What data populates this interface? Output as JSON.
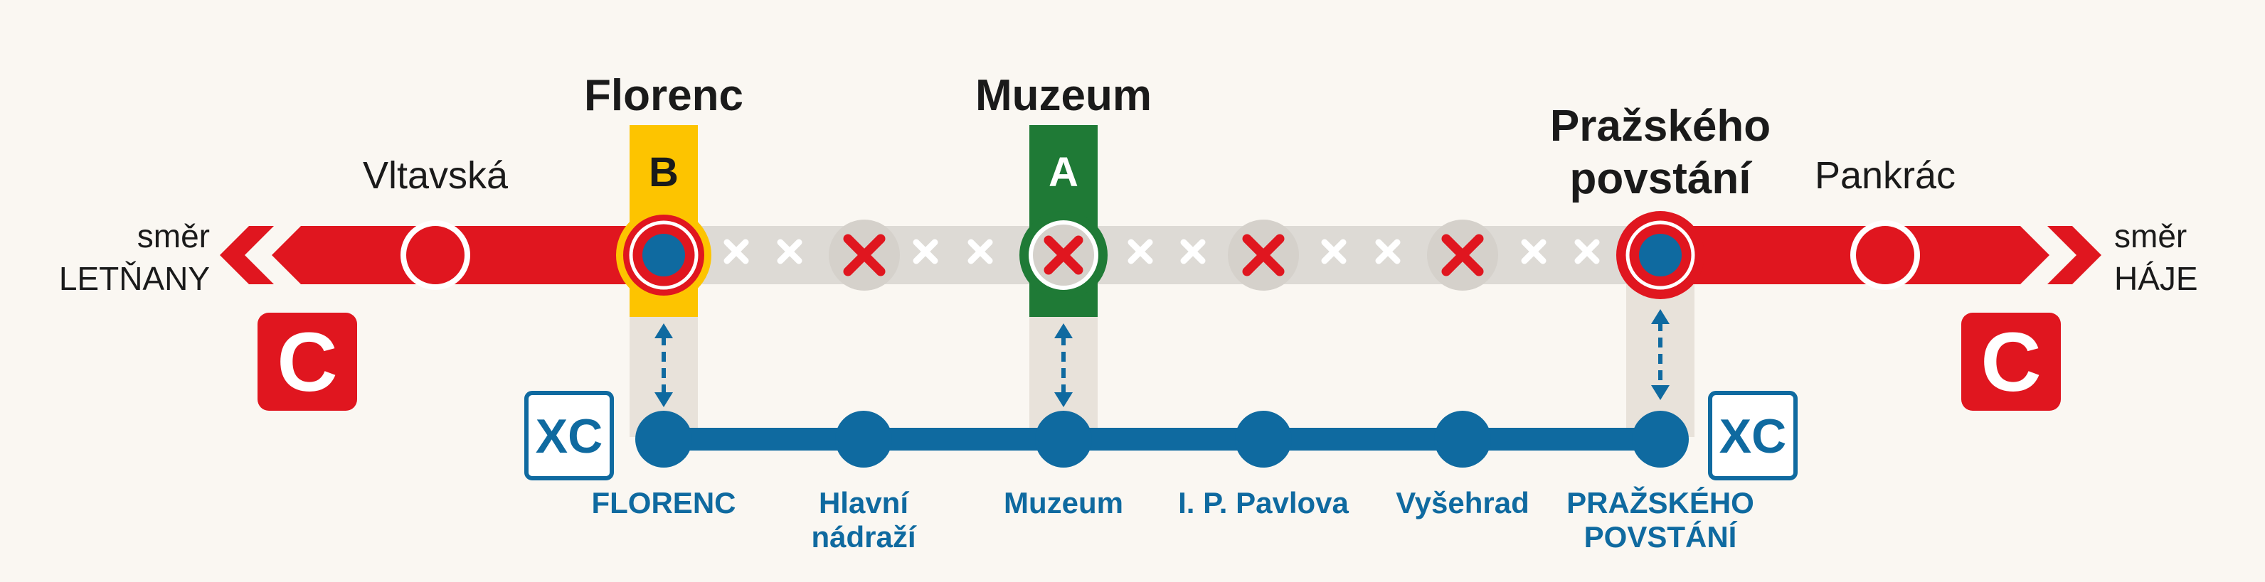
{
  "line_c": {
    "badge": "C",
    "direction_left": {
      "prefix": "směr",
      "terminus": "LETŇANY"
    },
    "direction_right": {
      "prefix": "směr",
      "terminus": "HÁJE"
    },
    "open_stations": [
      "Vltavská",
      "Pankrác"
    ],
    "transfer_stations": {
      "florenc": {
        "name": "Florenc",
        "line": "B"
      },
      "muzeum": {
        "name": "Muzeum",
        "line": "A"
      },
      "prazskeho": {
        "name_line1": "Pražského",
        "name_line2": "povstání"
      }
    }
  },
  "replacement": {
    "badge": "XC",
    "stops": [
      {
        "line1": "FLORENC",
        "line2": ""
      },
      {
        "line1": "Hlavní",
        "line2": "nádraží"
      },
      {
        "line1": "Muzeum",
        "line2": ""
      },
      {
        "line1": "I. P. Pavlova",
        "line2": ""
      },
      {
        "line1": "Vyšehrad",
        "line2": ""
      },
      {
        "line1": "PRAŽSKÉHO",
        "line2": "POVSTÁNÍ"
      }
    ]
  },
  "colors": {
    "line_c_red": "#e0161f",
    "line_b_yellow": "#fdc400",
    "line_a_green": "#1f7a36",
    "replacement_blue": "#0f6aa0",
    "closed_gray": "#dddad5",
    "connector_beige": "#e8e2da",
    "background": "#faf7f2"
  }
}
